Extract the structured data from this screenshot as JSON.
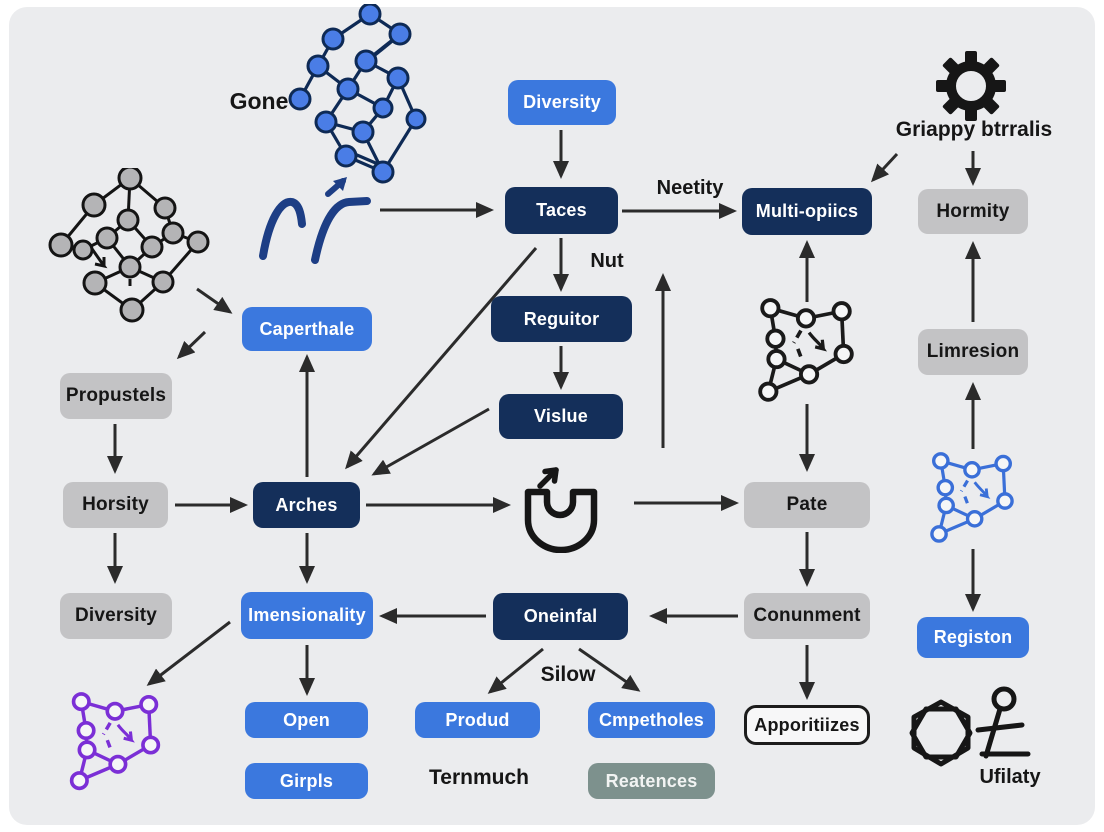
{
  "diagram": {
    "nodes": {
      "diversity_top": "Diversity",
      "taces": "Taces",
      "multi_opiics": "Multi-opiics",
      "hormity": "Hormity",
      "caperthale": "Caperthale",
      "reguitor": "Reguitor",
      "vislue": "Vislue",
      "limresion": "Limresion",
      "propustels": "Propustels",
      "horsity": "Horsity",
      "arches": "Arches",
      "pate": "Pate",
      "diversity_left": "Diversity",
      "imensionality": "Imensionality",
      "oneinfal": "Oneinfal",
      "conunment": "Conunment",
      "registon": "Registon",
      "open": "Open",
      "produd": "Produd",
      "cmpetholes": "Cmpetholes",
      "apporitiizes": "Apporitiizes",
      "girpls": "Girpls",
      "reatences": "Reatences"
    },
    "edge_labels": {
      "neetity": "Neetity",
      "nut": "Nut",
      "silow": "Silow"
    },
    "labels": {
      "gone": "Gone",
      "gear_caption": "Griappy btrralis",
      "ternmuch": "Ternmuch",
      "utility_caption": "Ufilaty"
    },
    "icons": {
      "molecule": "molecule-graph-icon",
      "gray_network": "network-graph-icon-gray",
      "black_network": "network-graph-icon-black",
      "blue_network": "network-graph-icon-blue",
      "purple_network": "network-graph-icon-purple",
      "curves": "trend-curves-icon",
      "gear": "gear-icon",
      "magnet": "magnet-icon",
      "hexagon": "hexagon-knot-icon",
      "utility": "utility-scale-icon"
    },
    "colors": {
      "background": "#ebecee",
      "blue_box": "#3b78de",
      "navy_box": "#142f5a",
      "gray_box": "#c3c3c5",
      "slate_box": "#7d918d",
      "arrow": "#2b2b2b",
      "molecule_node": "#4a7de6",
      "purple_graph": "#7b2fd6",
      "blue_graph": "#3a6fd8"
    }
  }
}
